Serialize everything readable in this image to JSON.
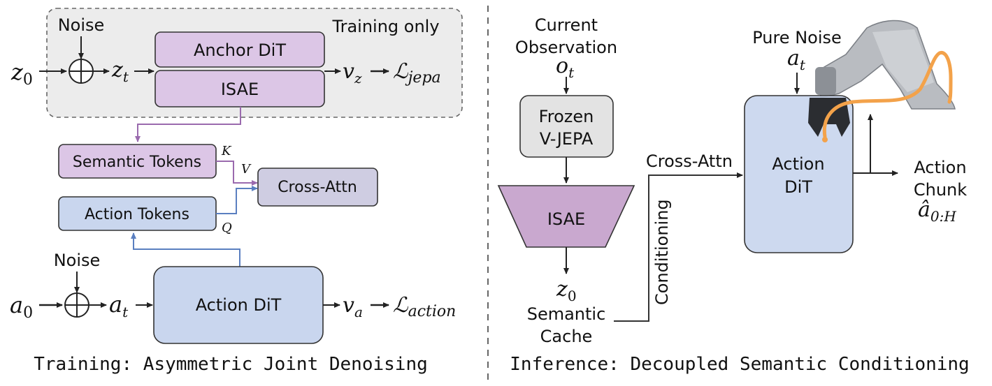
{
  "training": {
    "noise_top": "Noise",
    "training_only": "Training only",
    "z0_base": "z",
    "z0_sub": "0",
    "zt_base": "z",
    "zt_sub": "t",
    "anchor_dit": "Anchor DiT",
    "isae_top": "ISAE",
    "vz_base": "v",
    "vz_sub": "z",
    "ljepa_base": "ℒ",
    "ljepa_sub": "jepa",
    "semantic_tokens": "Semantic Tokens",
    "action_tokens": "Action Tokens",
    "cross_attn": "Cross-Attn",
    "k": "K",
    "v": "V",
    "q": "Q",
    "noise_bottom": "Noise",
    "a0_base": "a",
    "a0_sub": "0",
    "at_base": "a",
    "at_sub": "t",
    "action_dit": "Action DiT",
    "va_base": "v",
    "va_sub": "a",
    "laction_base": "ℒ",
    "laction_sub": "action",
    "caption": "Training: Asymmetric Joint Denoising"
  },
  "inference": {
    "current": "Current",
    "observation": "Observation",
    "ot_base": "o",
    "ot_sub": "t",
    "frozen": "Frozen",
    "vjepa": "V-JEPA",
    "isae": "ISAE",
    "z0_base": "z",
    "z0_sub": "0",
    "semantic": "Semantic",
    "cache": "Cache",
    "conditioning": "Conditioning",
    "cross_attn": "Cross-Attn",
    "pure_noise": "Pure Noise",
    "at_base": "a",
    "at_sub": "t",
    "action": "Action",
    "dit": "DiT",
    "out_action": "Action",
    "chunk": "Chunk",
    "ahat_base": "â",
    "ahat_sub": "0:H",
    "caption": "Inference: Decoupled Semantic Conditioning"
  },
  "colors": {
    "purple_fill": "#dcc6e6",
    "blue_fill": "#c9d6ee",
    "grey_fill": "#e3e3e3",
    "cross_fill": "#cfcde2",
    "purple_line": "#9a6aae",
    "blue_line": "#5a7fc0",
    "robot_trace": "#f3a24a"
  }
}
